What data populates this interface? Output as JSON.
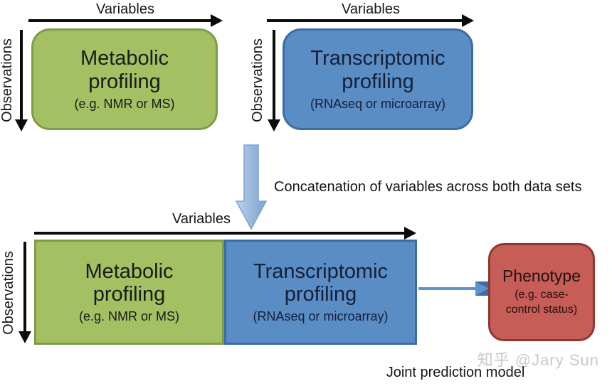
{
  "colors": {
    "green_fill": "#a3c162",
    "green_border": "#7d9c47",
    "blue_fill": "#5b8dc5",
    "blue_border": "#3d6ca5",
    "red_fill": "#c65d56",
    "red_border": "#8e3733",
    "big_arrow_fill_light": "#b8cfe9",
    "big_arrow_fill_dark": "#82a7d4",
    "link_arrow_blue": "#5e92cc",
    "black_arrow": "#0b0b0b",
    "watermark_gray": "#c9c9c9"
  },
  "top_left": {
    "variables_label": "Variables",
    "observations_label": "Observations",
    "block": {
      "title_lines": [
        "Metabolic",
        "profiling"
      ],
      "subtitle": "(e.g. NMR or MS)"
    }
  },
  "top_right": {
    "variables_label": "Variables",
    "observations_label": "Observations",
    "block": {
      "title_lines": [
        "Transcriptomic",
        "profiling"
      ],
      "subtitle": "(RNAseq or microarray)"
    }
  },
  "middle": {
    "concatenation_label": "Concatenation of variables across both data sets"
  },
  "bottom": {
    "variables_label": "Variables",
    "observations_label": "Observations",
    "green_block": {
      "title_lines": [
        "Metabolic",
        "profiling"
      ],
      "subtitle": "(e.g. NMR or MS)"
    },
    "blue_block": {
      "title_lines": [
        "Transcriptomic",
        "profiling"
      ],
      "subtitle": "(RNAseq or microarray)"
    },
    "phenotype_block": {
      "title": "Phenotype",
      "subtitle_lines": [
        "(e.g. case-",
        "control status)"
      ]
    },
    "caption": "Joint prediction model"
  },
  "watermark": "知乎 @Jary Sun"
}
